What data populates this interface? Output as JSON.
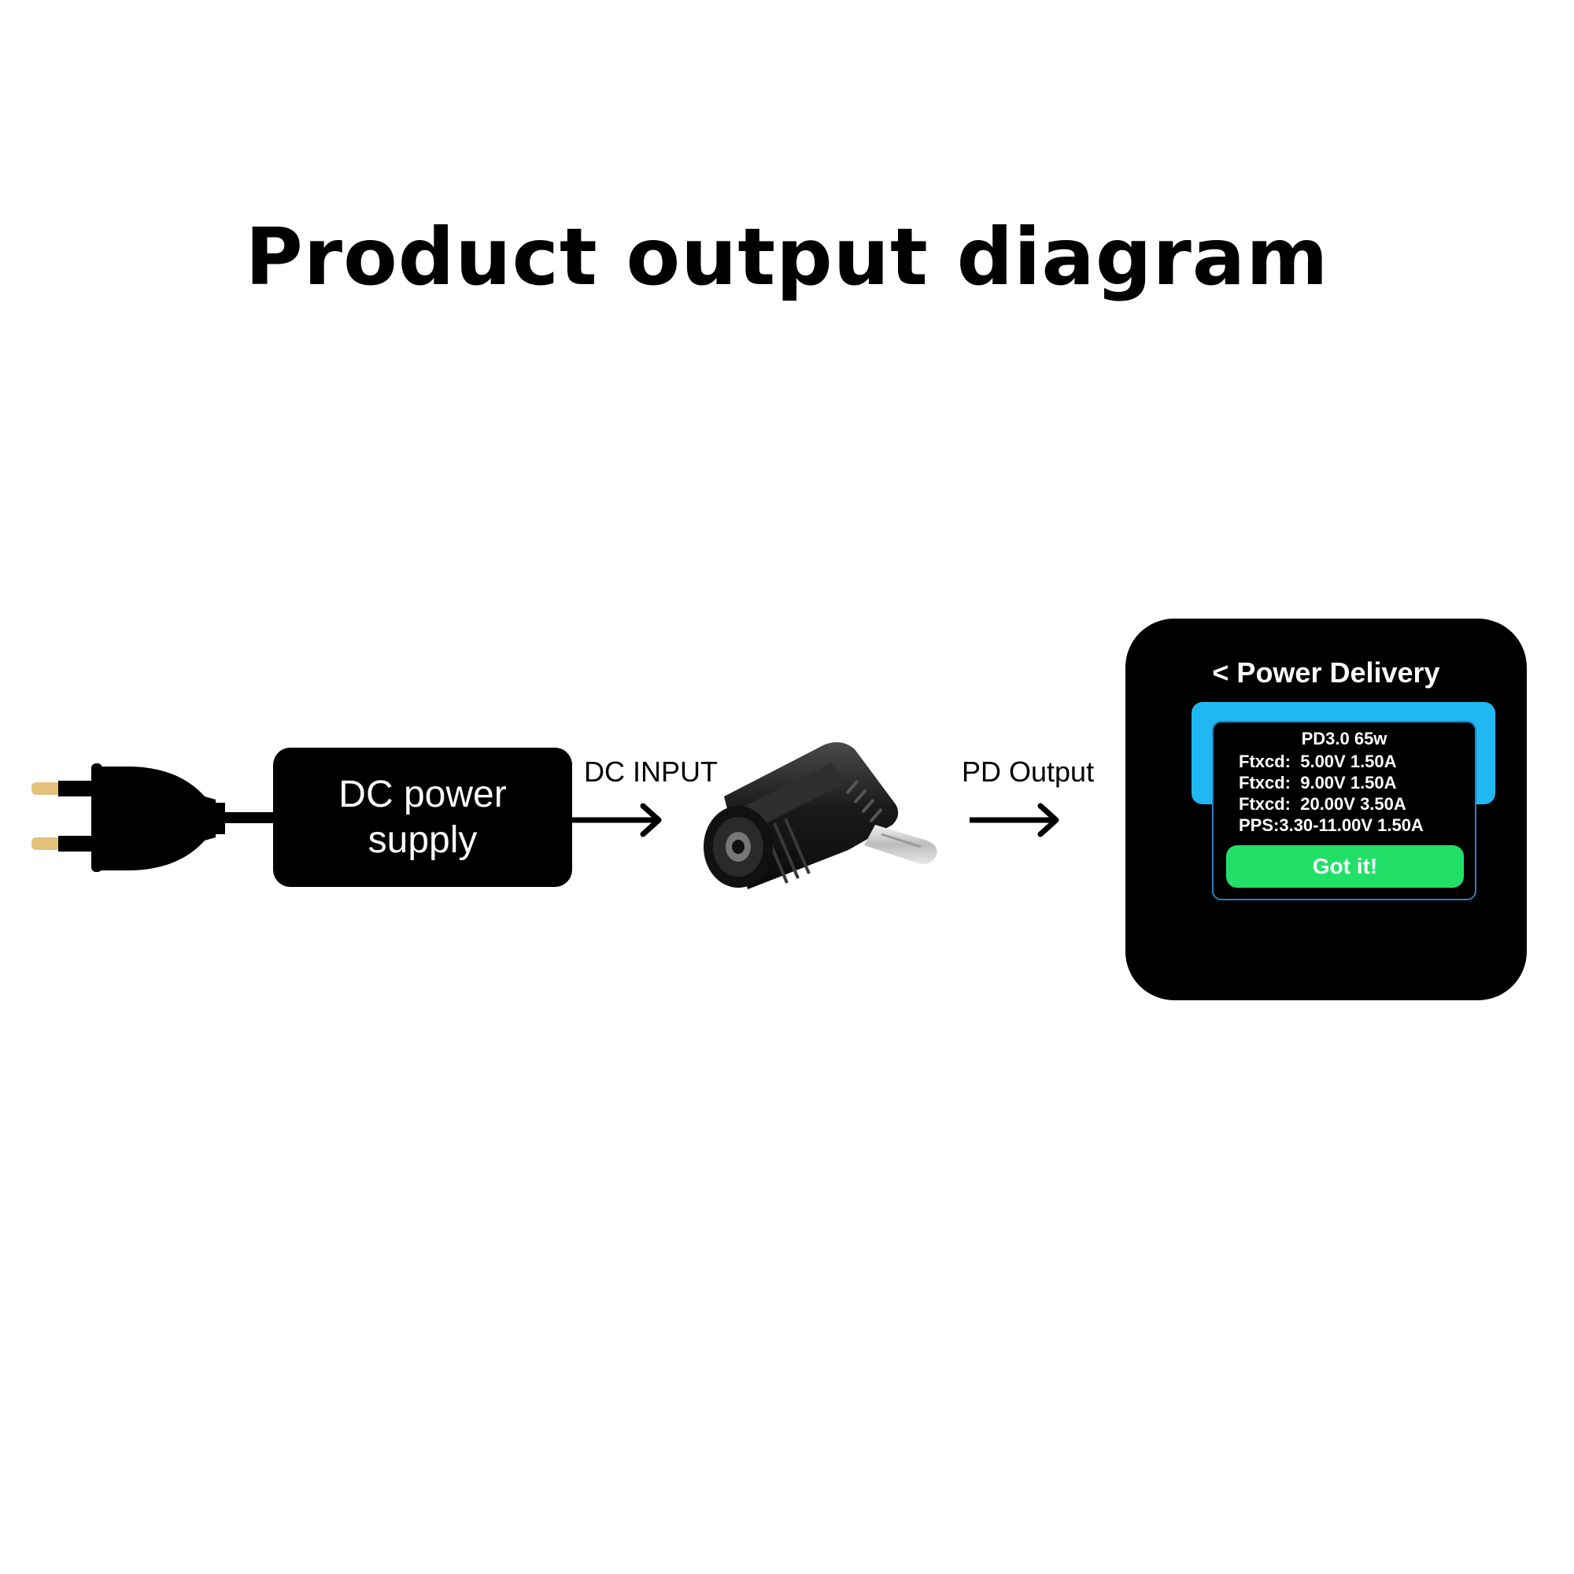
{
  "title": "Product output diagram",
  "psu": {
    "line1": "DC power",
    "line2": "supply"
  },
  "labels": {
    "dc_input": "DC INPUT",
    "pd_output": "PD Output"
  },
  "phone": {
    "header": "< Power Delivery",
    "pd_title": "PD3.0 65w",
    "rows": [
      "Ftxcd:  5.00V 1.50A",
      "Ftxcd:  9.00V 1.50A",
      "Ftxcd:  20.00V 3.50A",
      "PPS:3.30-11.00V 1.50A"
    ],
    "button": "Got it!"
  },
  "colors": {
    "plug_prongs": "#e3c17b",
    "cyan_bar": "#1fb8f2",
    "button_green": "#22e067",
    "popup_border": "#2a7fc4"
  }
}
